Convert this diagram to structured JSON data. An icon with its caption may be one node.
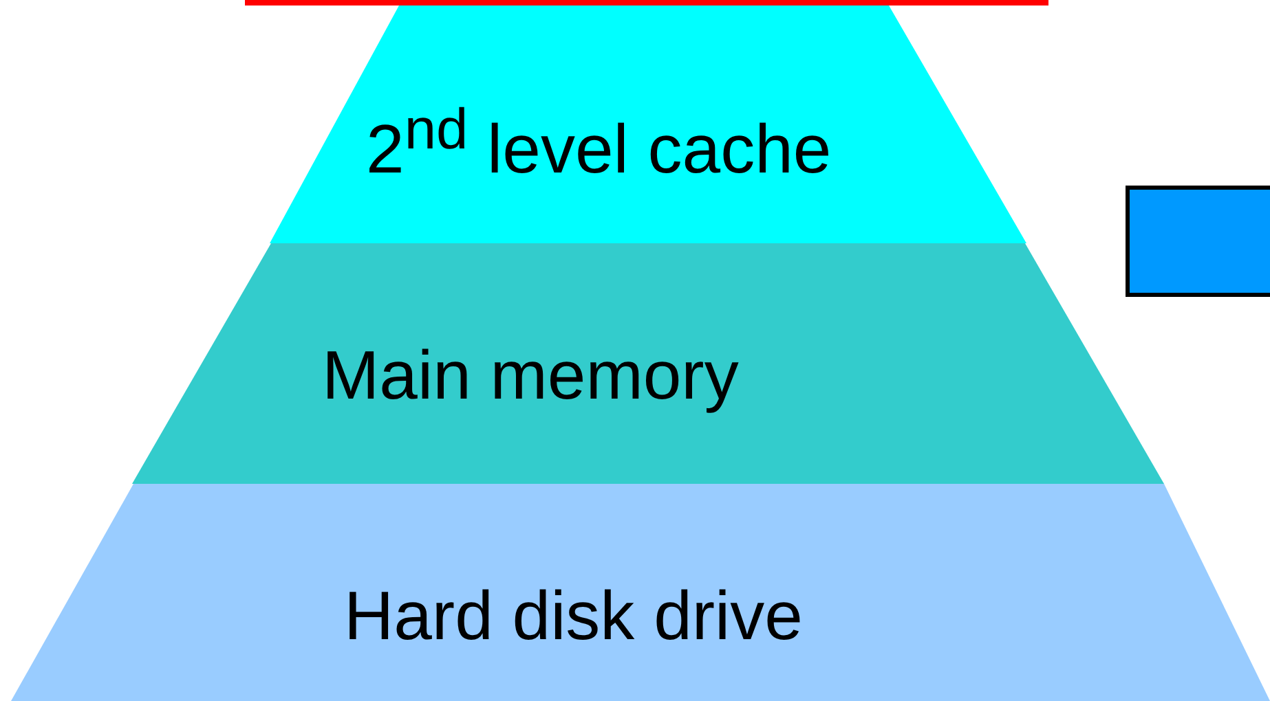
{
  "diagram": {
    "nodes": [
      {
        "text": [
          "2$^{nd}$ level cache"
        ]
      },
      {
        "text": [
          "Main memory"
        ]
      },
      {
        "text": [
          "Hard disk drive"
        ]
      },
      {
        "text": [],
        "shape": "box"
      }
    ]
  }
}
